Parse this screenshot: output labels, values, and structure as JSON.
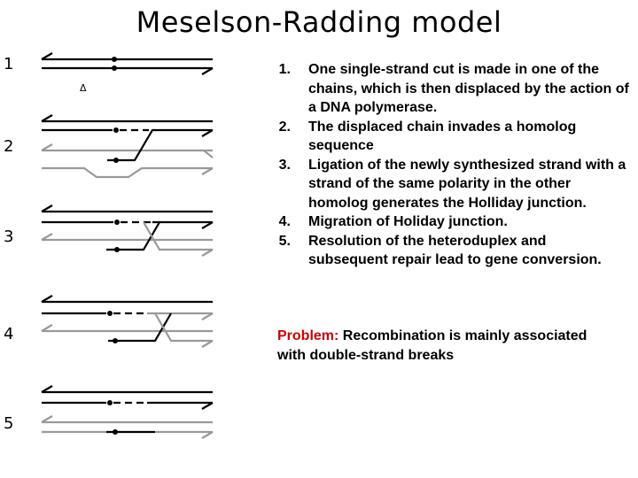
{
  "title": "Meselson-Radding model",
  "panel_numbers": [
    "1",
    "2",
    "3",
    "4",
    "5"
  ],
  "delta_symbol": "Δ",
  "steps": [
    {
      "number": "1.",
      "text": "One single-strand cut is made in one of the chains, which is then displaced by the action of a DNA polymerase."
    },
    {
      "number": "2.",
      "text": "The displaced chain invades a homolog sequence"
    },
    {
      "number": "3.",
      "text": "Ligation of the newly synthesized strand with a strand of the same polarity in the other homolog generates the Holliday junction."
    },
    {
      "number": "4.",
      "text": "Migration of Holiday junction."
    },
    {
      "number": "5.",
      "text": "Resolution of the heteroduplex and subsequent repair lead to gene conversion."
    }
  ],
  "problem": {
    "label": "Problem:",
    "text": " Recombination is mainly associated with double-strand breaks"
  },
  "colors": {
    "strand_dark": "#000000",
    "strand_gray": "#999999",
    "problem_label": "#cc0000"
  }
}
